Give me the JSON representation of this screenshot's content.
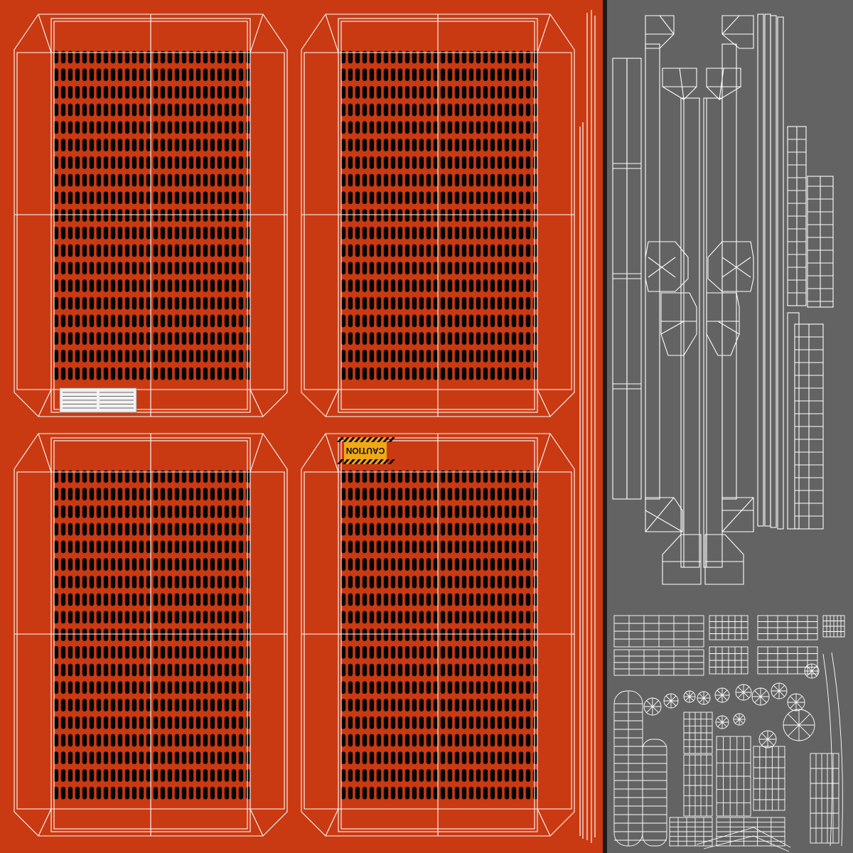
{
  "colors": {
    "orange": "#c93a12",
    "gray": "#636363",
    "divider": "#1c1c1c",
    "wire": "#ffffff",
    "slot": "#050505",
    "caution_bg": "#f0a818",
    "caution_stripe": "#111111"
  },
  "panels": [
    {
      "name": "grate-panel-top-left"
    },
    {
      "name": "grate-panel-top-right"
    },
    {
      "name": "grate-panel-bottom-left"
    },
    {
      "name": "grate-panel-bottom-right"
    }
  ],
  "caution_sticker": {
    "text": "CAUTION"
  }
}
